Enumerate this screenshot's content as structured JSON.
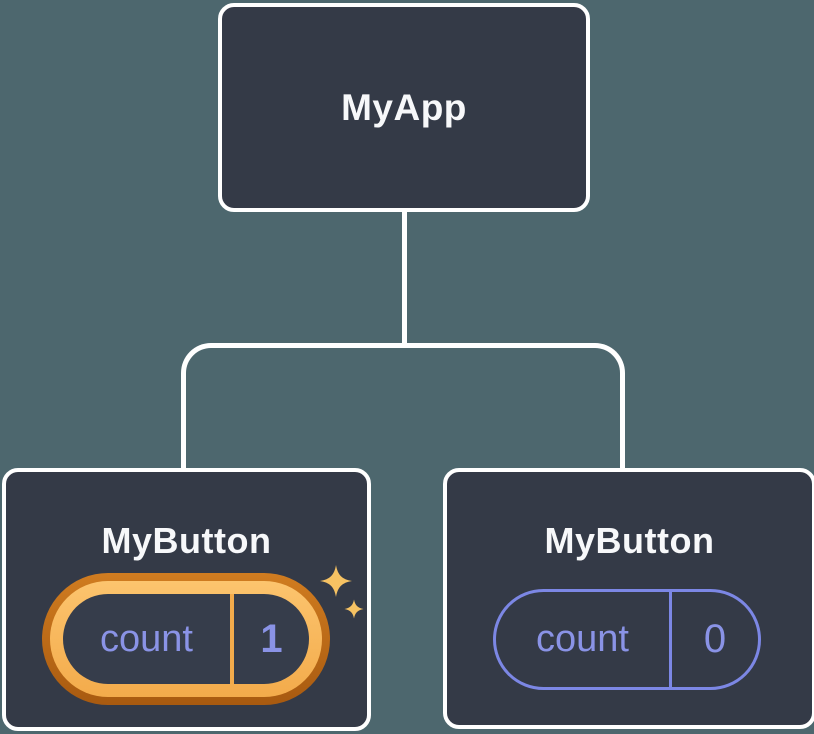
{
  "colors": {
    "background": "#4D676E",
    "node-fill": "#343A47",
    "node-border": "#FFFFFF",
    "connector": "#FFFFFF",
    "text-primary": "#F7F8FA",
    "state-purple": "#8A93E6",
    "pill-outline-purple": "#7C87E5",
    "pill-interior": "#363D4B",
    "highlight-orange-top": "#D07C20",
    "highlight-orange-bottom": "#A85A10",
    "highlight-amber-top": "#FCC46E",
    "highlight-amber-bottom": "#F3AB4B",
    "sparkle": "#F6C263"
  },
  "tree": {
    "root": {
      "label": "MyApp"
    },
    "children": [
      {
        "label": "MyButton",
        "state": {
          "name": "count",
          "value": "1"
        },
        "highlighted": true
      },
      {
        "label": "MyButton",
        "state": {
          "name": "count",
          "value": "0"
        },
        "highlighted": false
      }
    ]
  }
}
